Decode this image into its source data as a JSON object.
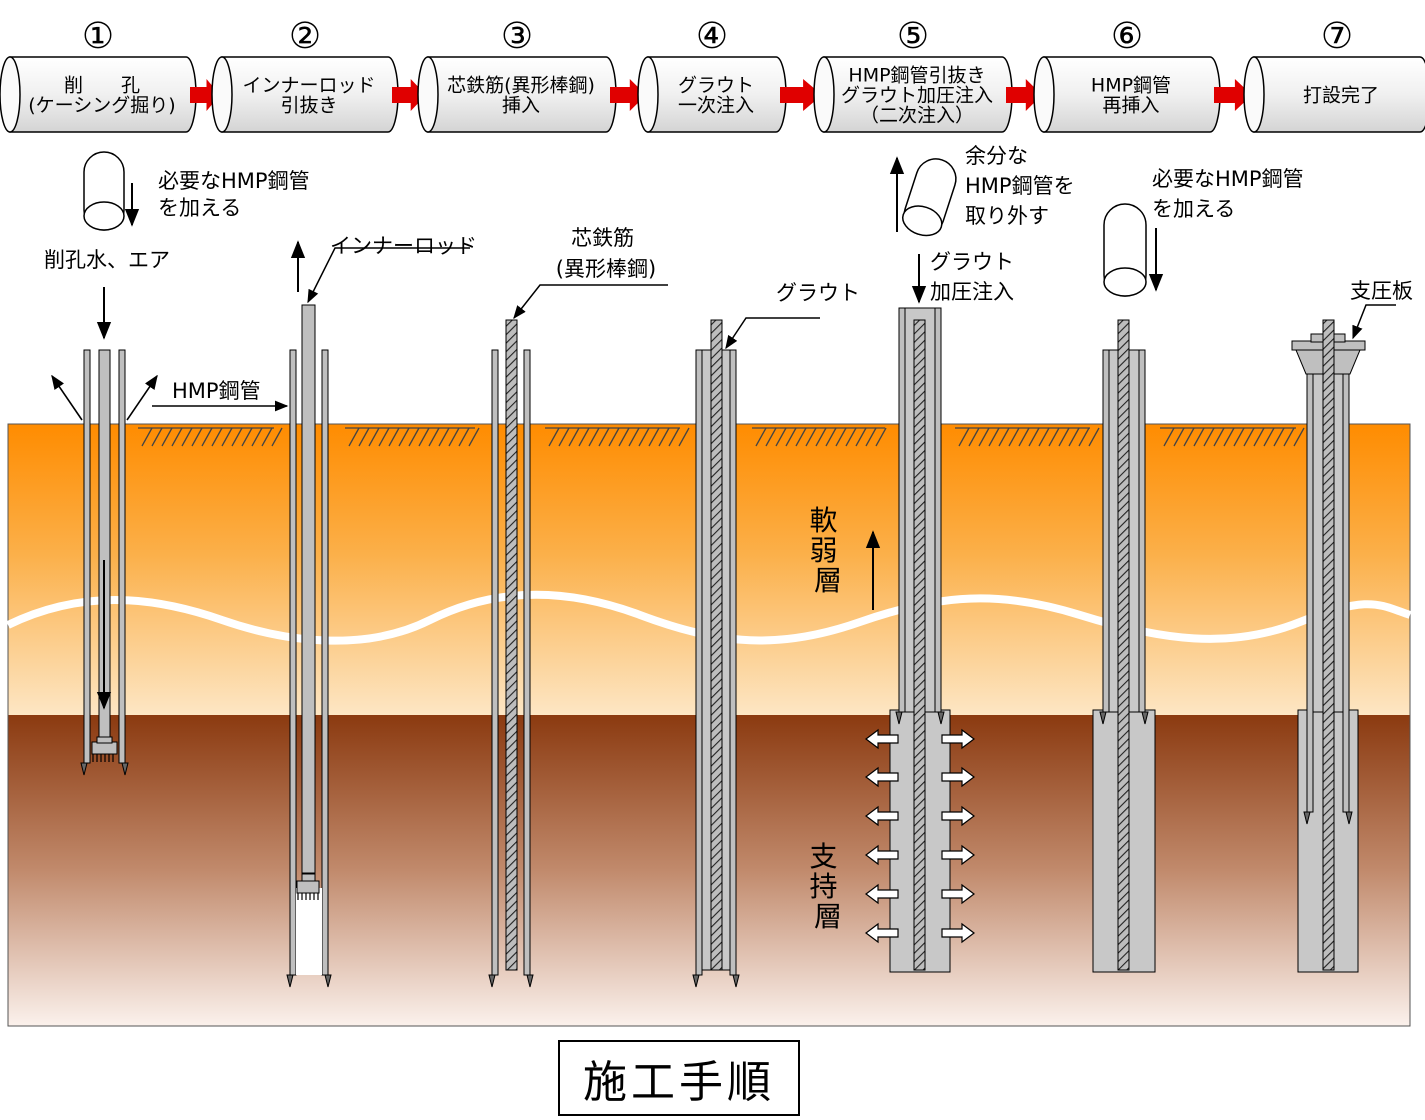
{
  "title": "施工手順",
  "steps": [
    {
      "num": "①",
      "lines": [
        "削　　孔",
        "(ケーシング掘り)"
      ]
    },
    {
      "num": "②",
      "lines": [
        "インナーロッド",
        "引抜き"
      ]
    },
    {
      "num": "③",
      "lines": [
        "芯鉄筋(異形棒鋼)",
        "挿入"
      ]
    },
    {
      "num": "④",
      "lines": [
        "グラウト",
        "一次注入"
      ]
    },
    {
      "num": "⑤",
      "lines": [
        "HMP鋼管引抜き",
        "グラウト加圧注入",
        "（二次注入）"
      ]
    },
    {
      "num": "⑥",
      "lines": [
        "HMP鋼管",
        "再挿入"
      ]
    },
    {
      "num": "⑦",
      "lines": [
        "打設完了"
      ]
    }
  ],
  "labels": {
    "add_pipe_1": [
      "必要なHMP鋼管",
      "を加える"
    ],
    "water_air": "削孔水、エア",
    "hmp_pipe": "HMP鋼管",
    "inner_rod": "インナーロッド",
    "core_rebar": [
      "芯鉄筋",
      "(異形棒鋼)"
    ],
    "grout": "グラウト",
    "remove_pipe": [
      "余分な",
      "HMP鋼管を",
      "取り外す"
    ],
    "grout_pressure": [
      "グラウト",
      "加圧注入"
    ],
    "add_pipe_6": [
      "必要なHMP鋼管",
      "を加える"
    ],
    "bearing_plate": "支圧板",
    "soft_layer": [
      "軟",
      "弱",
      "層"
    ],
    "bearing_layer": [
      "支",
      "持",
      "層"
    ]
  },
  "colors": {
    "flow_arrow": "#e00000",
    "pipe_fill": "#bfbfbf",
    "grout_fill": "#c8c8c8",
    "soft_top": "#ff8c00",
    "soft_bottom": "#fde6c4",
    "hard_top": "#8b3a10",
    "hard_bottom": "#fbf1ec"
  }
}
